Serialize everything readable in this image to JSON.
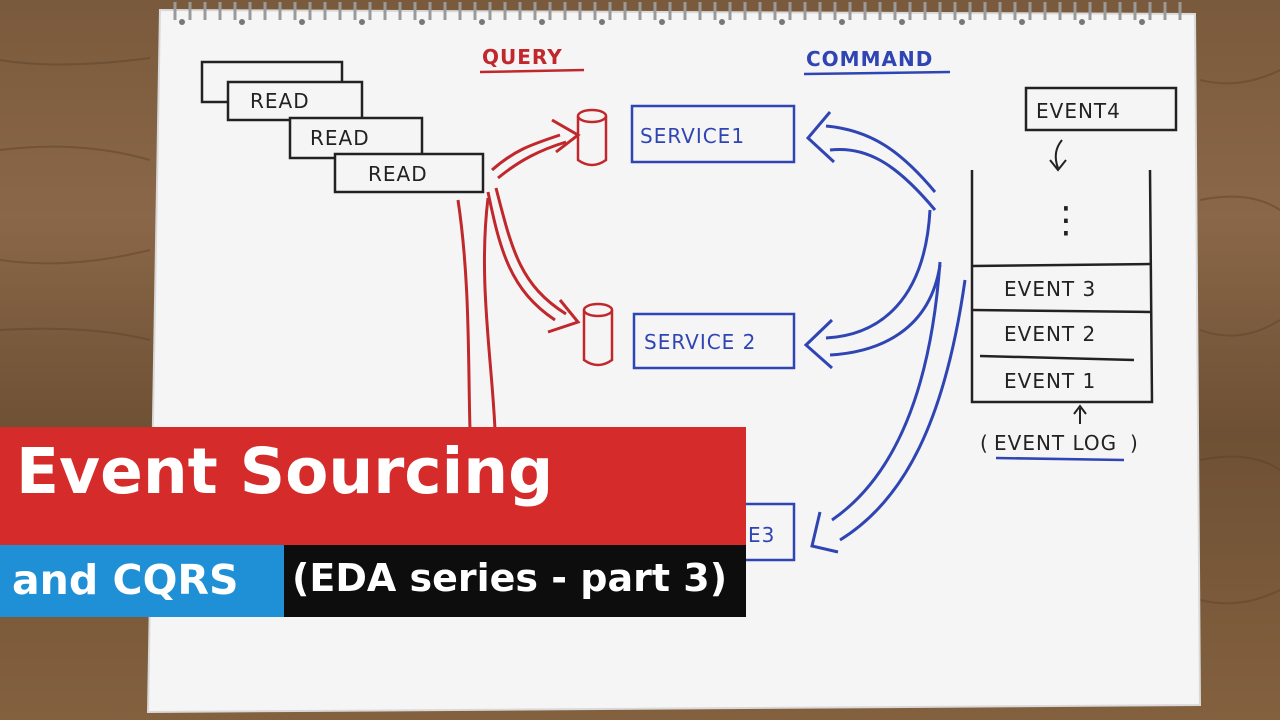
{
  "diagram": {
    "query_label": "QUERY",
    "command_label": "COMMAND",
    "read_labels": [
      "READ",
      "READ",
      "READ"
    ],
    "service_labels": [
      "SERVICE1",
      "SERVICE 2",
      "E3"
    ],
    "event_labels": {
      "incoming": "EVENT4",
      "e3": "EVENT 3",
      "e2": "EVENT 2",
      "e1": "EVENT 1"
    },
    "event_log_label": "EVENT LOG",
    "ellipsis": "⋮",
    "colors": {
      "query": "#c0282c",
      "command": "#2f45b3",
      "ink": "#222222"
    }
  },
  "title": {
    "main": "Event Sourcing",
    "sub_left": "and CQRS",
    "sub_right": "(EDA series - part 3)",
    "colors": {
      "red": "#d62b2b",
      "blue": "#1f8fd6",
      "black": "#0d0d0d"
    }
  }
}
